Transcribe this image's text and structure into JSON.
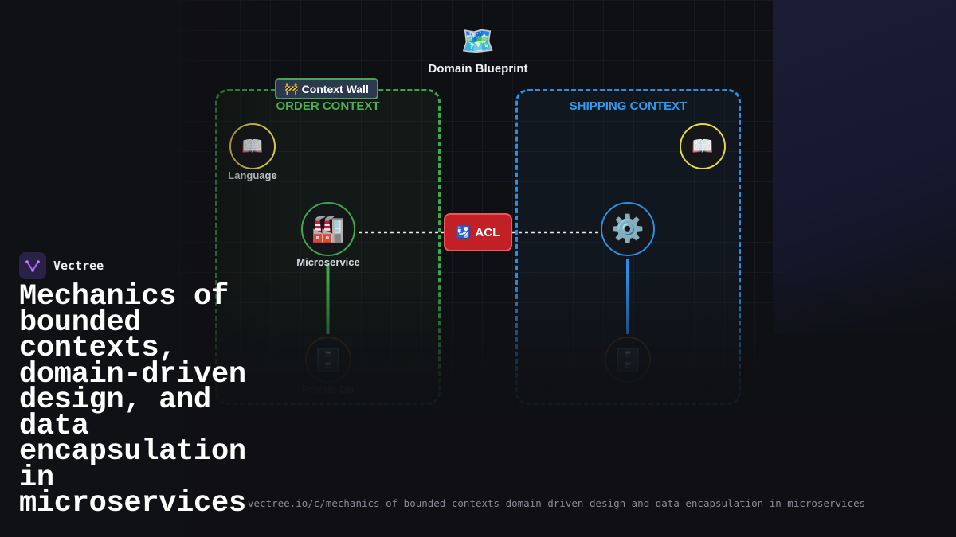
{
  "diagram": {
    "title": "Domain Blueprint",
    "title_icon": "world-map",
    "wall_label": "Context Wall",
    "wall_icon": "construction-barrier",
    "order_context": {
      "title": "ORDER CONTEXT",
      "language_label": "Language",
      "language_icon": "open-book",
      "service_label": "Microservice",
      "service_icon": "factory",
      "db_label": "Private DB",
      "db_icon": "file-cabinet-lock",
      "color": "#3fa64a"
    },
    "shipping_context": {
      "title": "SHIPPING CONTEXT",
      "language_icon": "open-book",
      "service_icon": "gear",
      "db_icon": "file-cabinet-lock",
      "color": "#2a8fe6"
    },
    "acl": {
      "label": "ACL",
      "icon": "passport-control",
      "color": "#c02026"
    }
  },
  "brand": {
    "name": "Vectree",
    "logo_icon": "vectree-logo"
  },
  "headline": "Mechanics of bounded contexts, domain-driven design, and data encapsulation in microservices",
  "url": "vectree.io/c/mechanics-of-bounded-contexts-domain-driven-design-and-data-encapsulation-in-microservices"
}
